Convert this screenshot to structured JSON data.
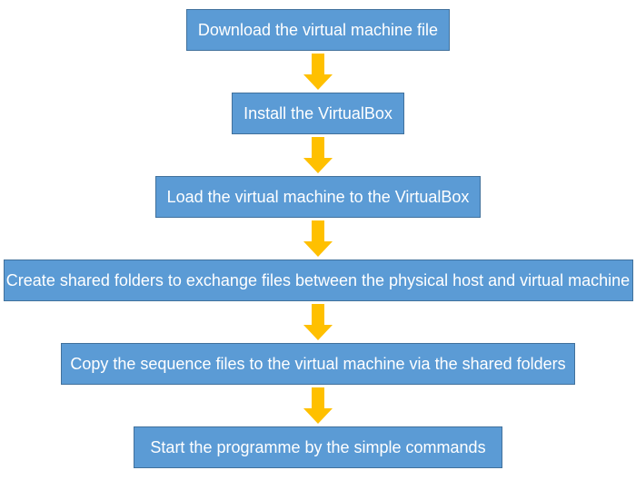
{
  "diagram": {
    "type": "flowchart",
    "direction": "top-down",
    "connector": "down-arrow",
    "steps": [
      {
        "label": "Download the virtual machine file"
      },
      {
        "label": "Install the VirtualBox"
      },
      {
        "label": "Load the virtual machine to the VirtualBox"
      },
      {
        "label": "Create shared folders to exchange files between the physical host and virtual machine"
      },
      {
        "label": "Copy the sequence files to the virtual machine via the shared folders"
      },
      {
        "label": "Start the programme by the simple commands"
      }
    ]
  },
  "colors": {
    "box_fill": "#5B9BD5",
    "box_border": "#41719C",
    "box_text": "#FFFFFF",
    "arrow_fill": "#FFC000",
    "background": "#FFFFFF"
  }
}
